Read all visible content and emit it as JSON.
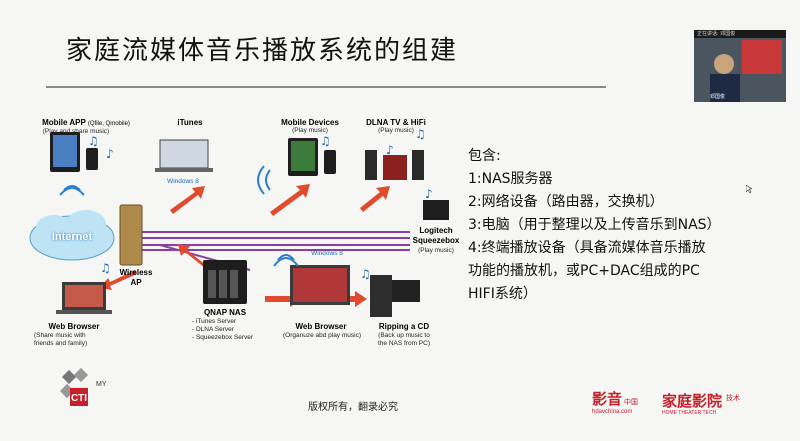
{
  "slide": {
    "title": "家庭流媒体音乐播放系统的组建",
    "list": [
      "包含:",
      "1:NAS服务器",
      "2:网络设备（路由器，交换机）",
      "3:电脑（用于整理以及上传音乐到NAS）",
      "4:终端播放设备（具备流媒体音乐播放",
      "功能的播放机，或PC+DAC组成的PC",
      "HIFI系统）"
    ],
    "copyright": "版权所有，翻录必究"
  },
  "diagram": {
    "labels": {
      "mobile_app": "Mobile APP",
      "mobile_app_paren": "(Qfile, Qmobile)",
      "mobile_app_sub": "(Play and share music)",
      "itunes": "iTunes",
      "windows8_a": "Windows 8",
      "mobile_devices": "Mobile Devices",
      "mobile_devices_sub": "(Play music)",
      "dlna": "DLNA TV & HiFi",
      "dlna_sub": "(Play music)",
      "internet": "Internet",
      "wireless_ap": "Wireless\nAP",
      "logitech": "Logitech\nSqueezebox",
      "logitech_sub": "(Play music)",
      "windows8_b": "Windows 8",
      "qnap": "QNAP NAS",
      "qnap_sub": "- iTunes Server\n- DLNA Server\n- Squeezebox Server",
      "web_browser_left": "Web Browser",
      "web_browser_left_sub": "(Share music with\nfriends and family)",
      "web_browser_mid": "Web Browser",
      "web_browser_mid_sub": "(Organuze abd play music)",
      "ripping": "Ripping a CD",
      "ripping_sub": "(Back up music to\nthe NAS from PC)"
    }
  },
  "logos": {
    "cti": "CTI",
    "cti_small": "MY",
    "right_a": "影音",
    "right_a_small": "中国",
    "right_a_url": "hdavchina.com",
    "right_b": "家庭影院",
    "right_b_small": "技术",
    "right_b_en": "HOME THEATER TECH"
  },
  "video": {
    "header": "正在讲话: 邓国俊",
    "name": "邓国俊"
  },
  "colors": {
    "purple_line": "#8b3fa0",
    "arrow_orange": "#e04b2e",
    "wifi_blue": "#2a7fd0",
    "logo_red": "#c8202a"
  }
}
